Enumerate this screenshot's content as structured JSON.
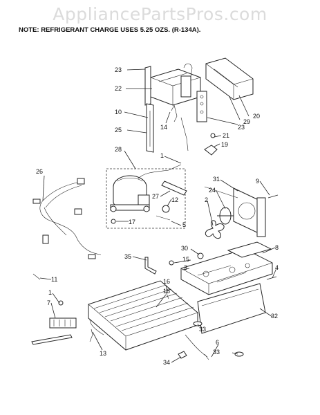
{
  "watermark": "AppliancePartsPros.com",
  "note": "NOTE: REFRIGERANT CHARGE USES 5.25 OZS. (R-134A).",
  "callouts": [
    {
      "id": "c23a",
      "text": "23"
    },
    {
      "id": "c22",
      "text": "22"
    },
    {
      "id": "c10",
      "text": "10"
    },
    {
      "id": "c25",
      "text": "25"
    },
    {
      "id": "c14",
      "text": "14"
    },
    {
      "id": "c20",
      "text": "20"
    },
    {
      "id": "c29",
      "text": "29"
    },
    {
      "id": "c23b",
      "text": "23"
    },
    {
      "id": "c21",
      "text": "21"
    },
    {
      "id": "c19",
      "text": "19"
    },
    {
      "id": "c28",
      "text": "28"
    },
    {
      "id": "c1a",
      "text": "1"
    },
    {
      "id": "c26",
      "text": "26"
    },
    {
      "id": "c31",
      "text": "31"
    },
    {
      "id": "c9",
      "text": "9"
    },
    {
      "id": "c24",
      "text": "24"
    },
    {
      "id": "c27",
      "text": "27"
    },
    {
      "id": "c12",
      "text": "12"
    },
    {
      "id": "c2",
      "text": "2"
    },
    {
      "id": "c17",
      "text": "17"
    },
    {
      "id": "c5",
      "text": "5"
    },
    {
      "id": "c30",
      "text": "30"
    },
    {
      "id": "c8",
      "text": "8"
    },
    {
      "id": "c35",
      "text": "35"
    },
    {
      "id": "c15",
      "text": "15"
    },
    {
      "id": "c3",
      "text": "3"
    },
    {
      "id": "c4",
      "text": "4"
    },
    {
      "id": "c11",
      "text": "11"
    },
    {
      "id": "c16",
      "text": "16"
    },
    {
      "id": "c18",
      "text": "18"
    },
    {
      "id": "c1b",
      "text": "1"
    },
    {
      "id": "c7",
      "text": "7"
    },
    {
      "id": "c32",
      "text": "32"
    },
    {
      "id": "c33a",
      "text": "33"
    },
    {
      "id": "c13",
      "text": "13"
    },
    {
      "id": "c6",
      "text": "6"
    },
    {
      "id": "c33b",
      "text": "33"
    },
    {
      "id": "c34",
      "text": "34"
    }
  ]
}
